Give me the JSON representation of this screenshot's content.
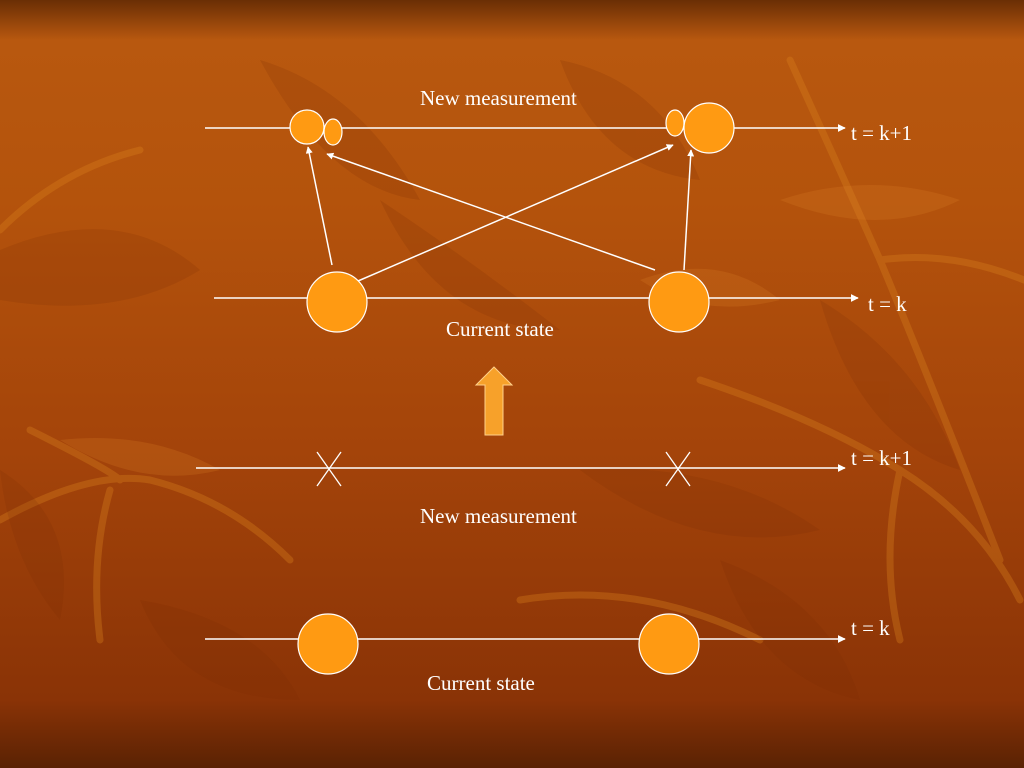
{
  "colors": {
    "node_fill": "#ff9a12",
    "line": "#ffffff",
    "up_arrow": "#f7a12a"
  },
  "top_panel": {
    "measurement_label": "New measurement",
    "state_label": "Current state",
    "time_label_upper": "t = k+1",
    "time_label_lower": "t = k"
  },
  "bottom_panel": {
    "measurement_label": "New measurement",
    "state_label": "Current state",
    "time_label_upper": "t = k+1",
    "time_label_lower": "t = k"
  }
}
